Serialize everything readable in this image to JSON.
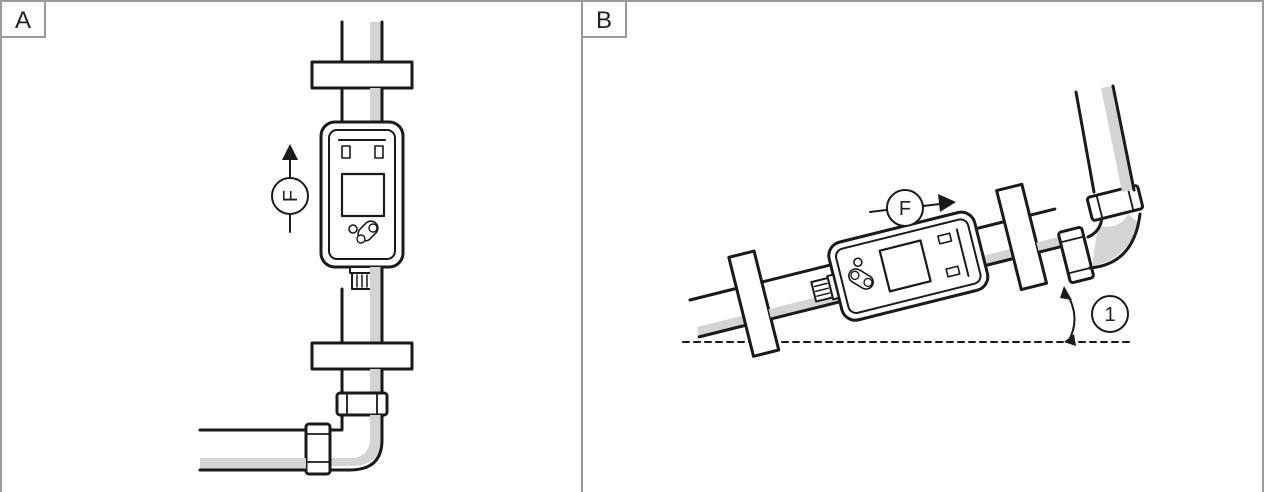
{
  "panels": [
    {
      "label": "A"
    },
    {
      "label": "B"
    }
  ],
  "callouts": {
    "flow_a": "F",
    "flow_b": "F",
    "angle": "1"
  }
}
